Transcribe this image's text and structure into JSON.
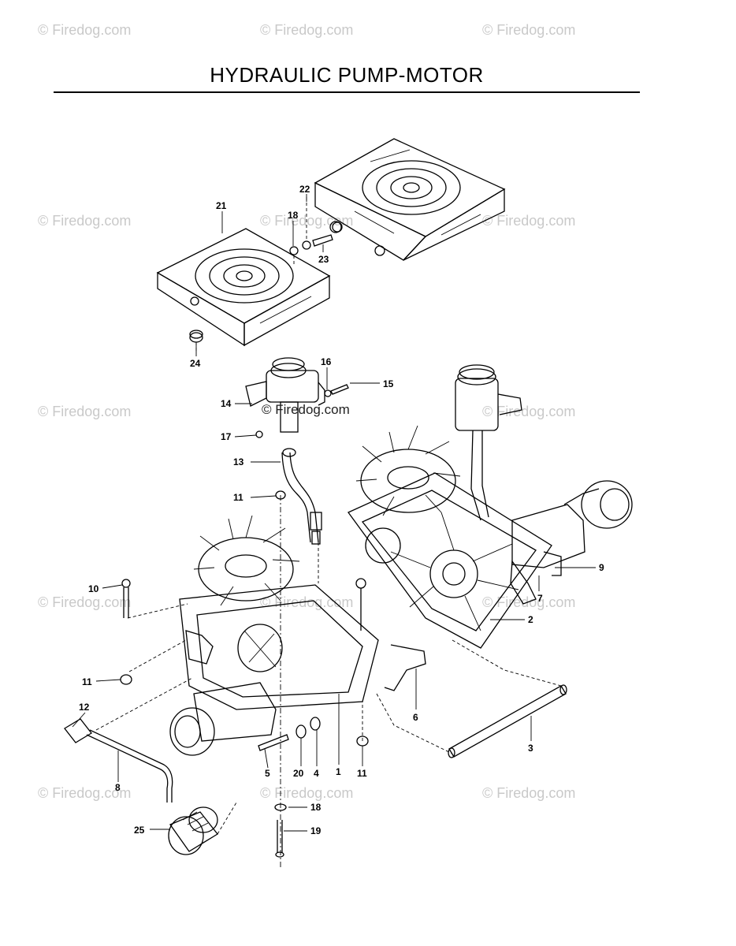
{
  "header": {
    "title": "HYDRAULIC PUMP-MOTOR"
  },
  "watermark": {
    "text": "Firedog.com",
    "symbol": "©",
    "color": "#c9c9c9"
  },
  "center_watermark": {
    "text": "© Firedog.com"
  },
  "callouts": {
    "c1": "1",
    "c2": "2",
    "c3": "3",
    "c4": "4",
    "c5": "5",
    "c6": "6",
    "c7": "7",
    "c8": "8",
    "c9": "9",
    "c10": "10",
    "c11a": "11",
    "c11b": "11",
    "c11c": "11",
    "c12": "12",
    "c13": "13",
    "c14": "14",
    "c15": "15",
    "c16": "16",
    "c17": "17",
    "c18a": "18",
    "c18b": "18",
    "c19": "19",
    "c20": "20",
    "c21": "21",
    "c22": "22",
    "c23": "23",
    "c24": "24",
    "c25": "25"
  }
}
